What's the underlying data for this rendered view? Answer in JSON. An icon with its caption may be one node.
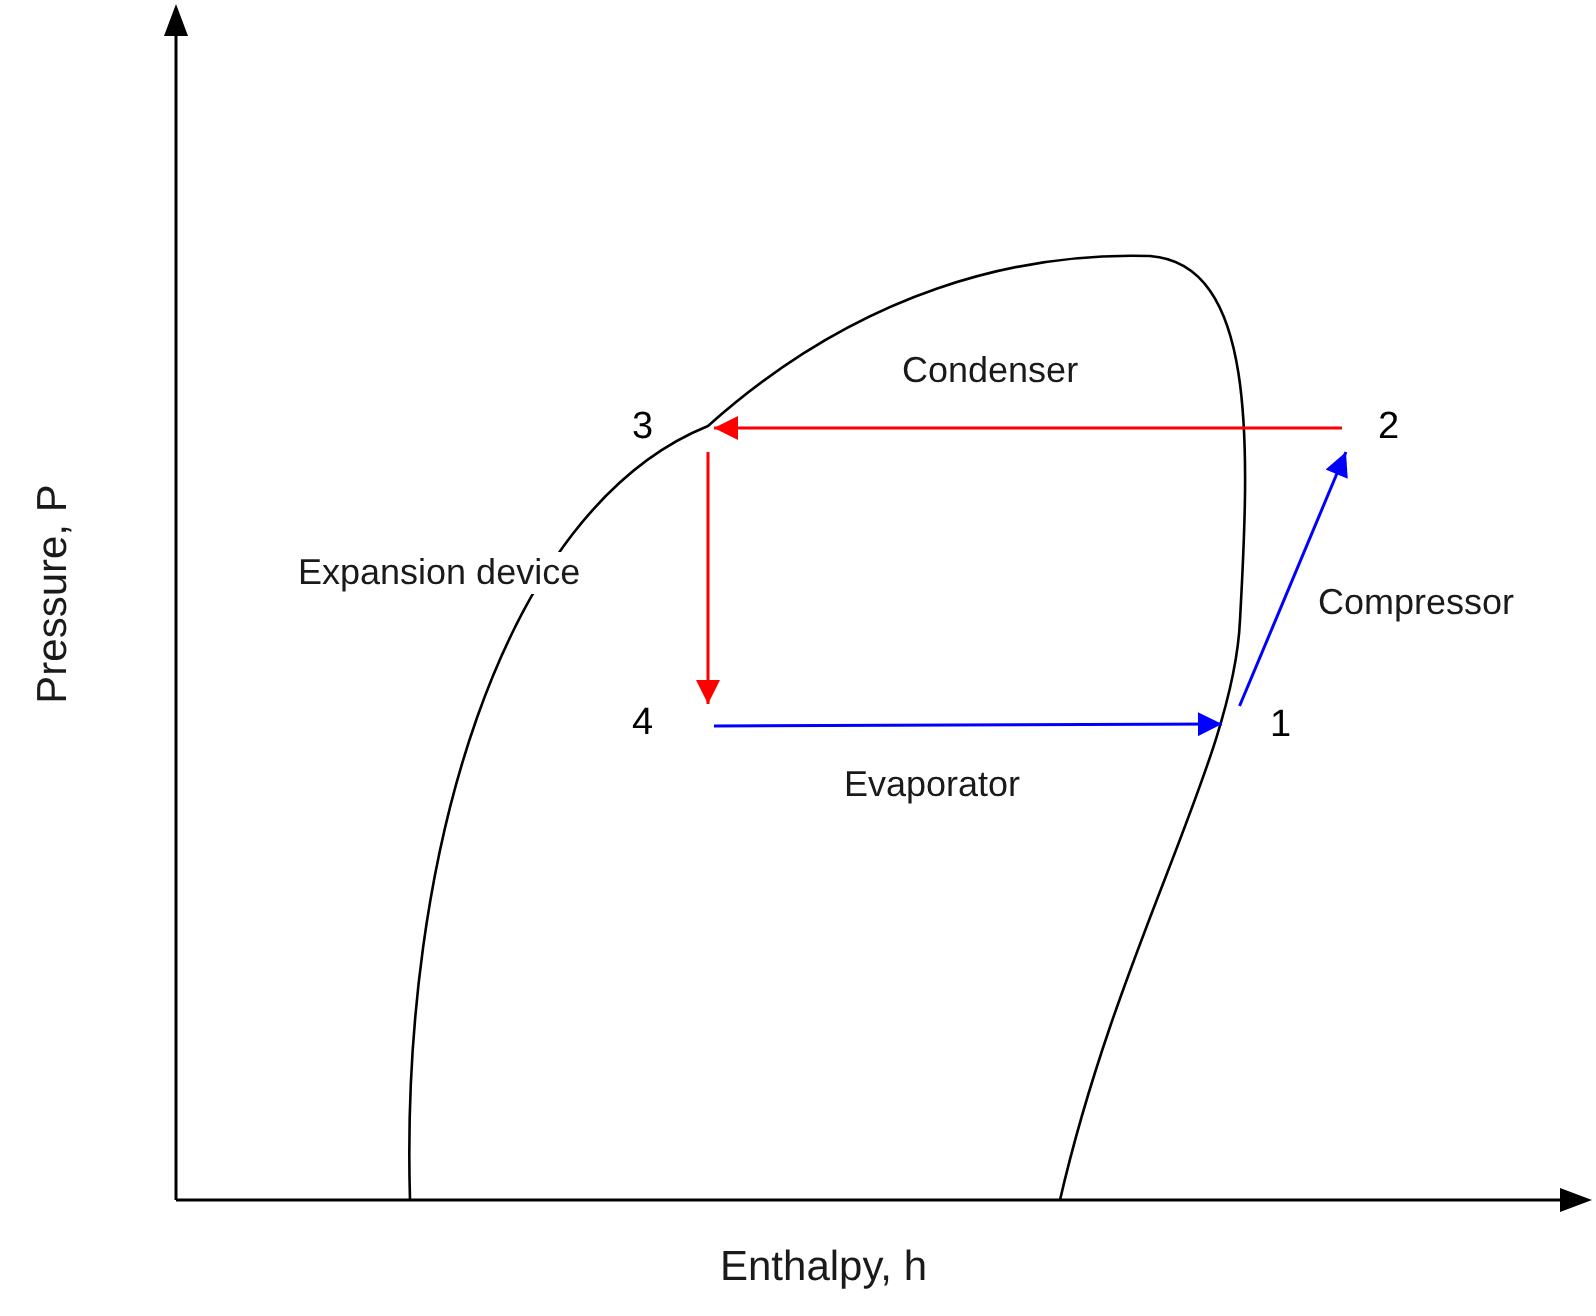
{
  "diagram": {
    "nodes": [
      {
        "text": [
          "1"
        ]
      },
      {
        "text": [
          "2"
        ]
      },
      {
        "text": [
          "3"
        ]
      },
      {
        "text": [
          "4"
        ]
      }
    ],
    "edges": [
      {
        "from": 0,
        "to": 1,
        "arrow": "to",
        "label": "Compressor",
        "color": "#0000ff"
      },
      {
        "from": 1,
        "to": 2,
        "arrow": "to",
        "label": "Condenser",
        "color": "#ff0000"
      },
      {
        "from": 2,
        "to": 3,
        "arrow": "to",
        "label": "Expansion device",
        "color": "#ff0000"
      },
      {
        "from": 3,
        "to": 0,
        "arrow": "to",
        "label": "Evaporator",
        "color": "#0000ff"
      }
    ],
    "labels": [
      "Pressure, P",
      "Enthalpy, h"
    ]
  }
}
